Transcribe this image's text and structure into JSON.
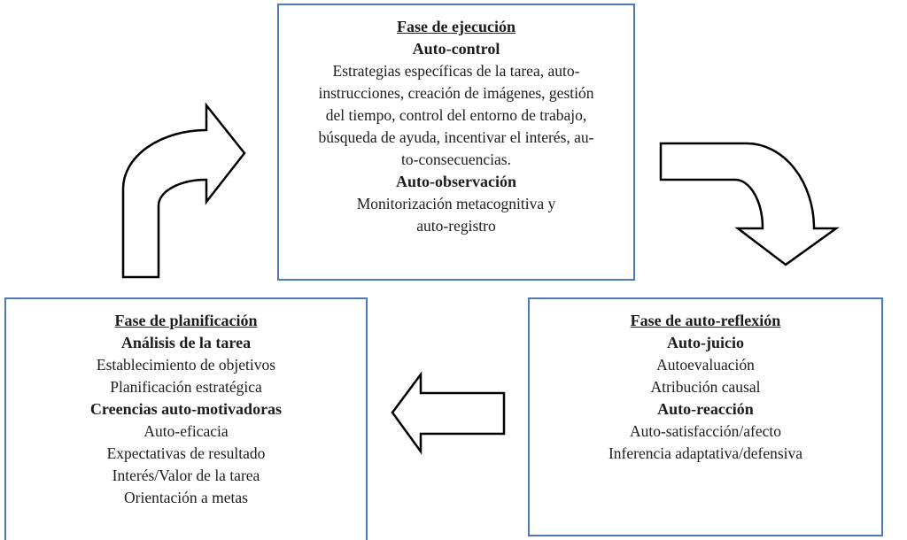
{
  "diagram": {
    "title_semantic": "Ciclo de aprendizaje autorregulado (tres fases)",
    "boxes": {
      "execution": {
        "title": "Fase de ejecución",
        "sections": [
          {
            "heading": "Auto-control",
            "body": "Estrategias específicas de la tarea, auto-\ninstrucciones, creación de imágenes, gestión\ndel tiempo, control del entorno de trabajo,\nbúsqueda de ayuda, incentivar el interés, au-\nto-consecuencias."
          },
          {
            "heading": "Auto-observación",
            "body": "Monitorización metacognitiva y\nauto-registro"
          }
        ]
      },
      "planning": {
        "title": "Fase de planificación",
        "sections": [
          {
            "heading": "Análisis de la tarea",
            "body": "Establecimiento de objetivos\nPlanificación estratégica"
          },
          {
            "heading": "Creencias auto-motivadoras",
            "body": "Auto-eficacia\nExpectativas de resultado\nInterés/Valor de la tarea\nOrientación a metas"
          }
        ]
      },
      "self_reflection": {
        "title": "Fase de auto-reflexión",
        "sections": [
          {
            "heading": "Auto-juicio",
            "body": "Autoevaluación\nAtribución causal"
          },
          {
            "heading": "Auto-reacción",
            "body": "Auto-satisfacción/afecto\nInferencia adaptativa/defensiva"
          }
        ]
      }
    },
    "arrows": [
      {
        "name": "arrow-planning-to-execution",
        "shape": "curved-up-right"
      },
      {
        "name": "arrow-execution-to-reflection",
        "shape": "curved-right-down"
      },
      {
        "name": "arrow-reflection-to-planning",
        "shape": "straight-left"
      }
    ],
    "colors": {
      "box_border": "#4d7ab8",
      "arrow_outline": "#000000",
      "arrow_fill": "#ffffff",
      "text": "#1c1c1c",
      "background": "#ffffff"
    }
  }
}
